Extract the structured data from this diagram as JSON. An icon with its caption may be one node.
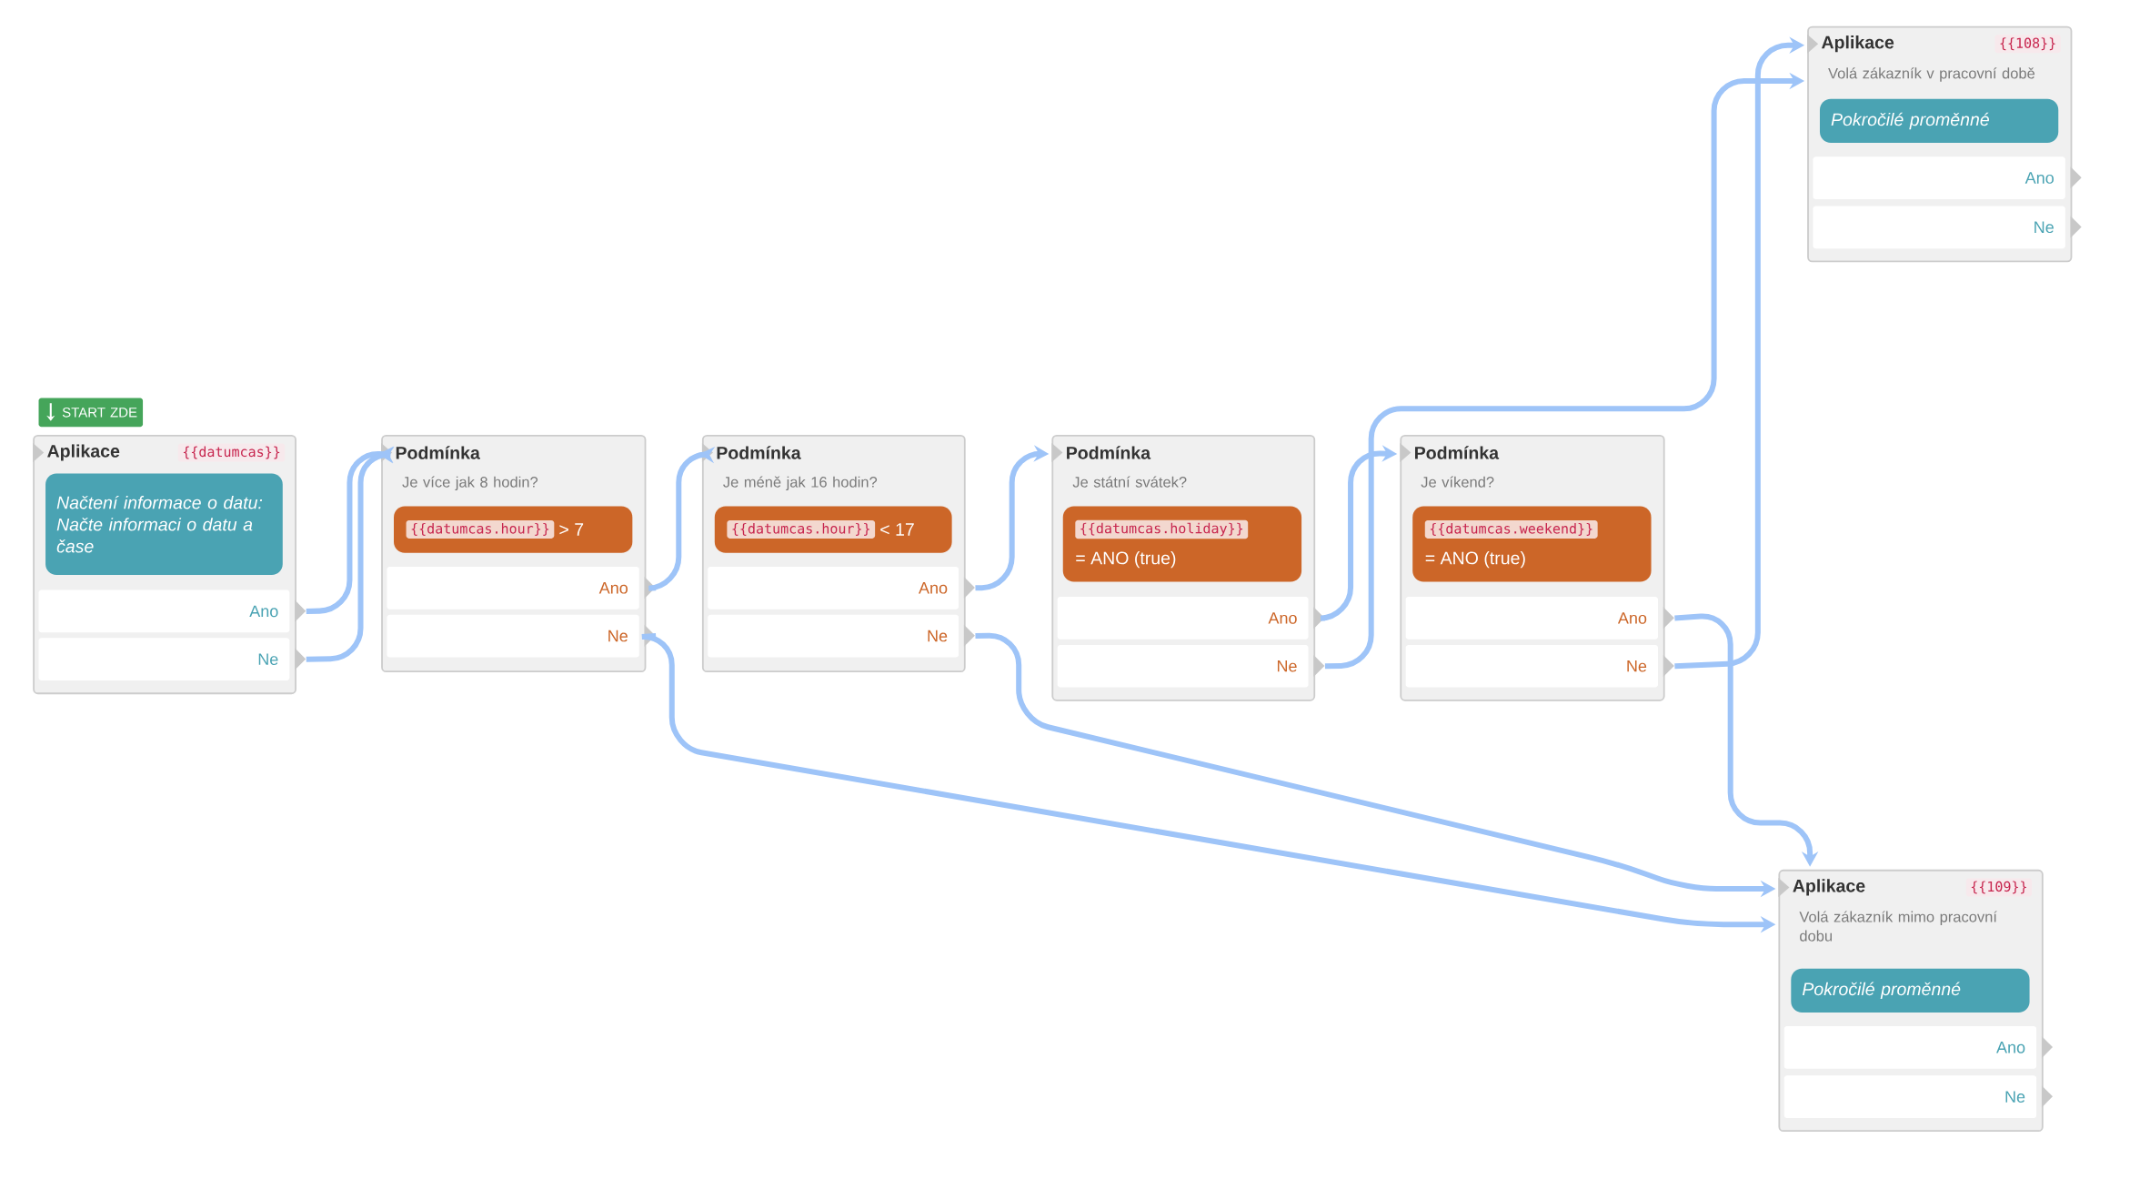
{
  "diagram": {
    "nodes": [
      {
        "text": [
          "Aplikace",
          "{{datumcas}}"
        ]
      },
      {
        "text": [
          "Načtení informace o datu: Načte informaci o datu a čase"
        ],
        "in": 0
      },
      {
        "text": [
          "Ano"
        ],
        "in": 0
      },
      {
        "text": [
          "Ne"
        ],
        "in": 0
      },
      {
        "text": [
          "Podmínka",
          "Je více jak 8 hodin?"
        ]
      },
      {
        "text": [
          "{{datumcas.hour}}",
          "> 7"
        ],
        "in": 4
      },
      {
        "text": [
          "Ano"
        ],
        "in": 4
      },
      {
        "text": [
          "Ne"
        ],
        "in": 4
      },
      {
        "text": [
          "Podmínka",
          "Je méně jak 16 hodin?"
        ]
      },
      {
        "text": [
          "{{datumcas.hour}}",
          "< 17"
        ],
        "in": 8
      },
      {
        "text": [
          "Ano"
        ],
        "in": 8
      },
      {
        "text": [
          "Ne"
        ],
        "in": 8
      },
      {
        "text": [
          "Podmínka",
          "Je státní svátek?"
        ]
      },
      {
        "text": [
          "{{datumcas.holiday}}",
          "= ANO (true)"
        ],
        "in": 12
      },
      {
        "text": [
          "Ano"
        ],
        "in": 12
      },
      {
        "text": [
          "Ne"
        ],
        "in": 12
      },
      {
        "text": [
          "Podmínka",
          "Je víkend?"
        ]
      },
      {
        "text": [
          "{{datumcas.weekend}}",
          "= ANO (true)"
        ],
        "in": 16
      },
      {
        "text": [
          "Ano"
        ],
        "in": 16
      },
      {
        "text": [
          "Ne"
        ],
        "in": 16
      },
      {
        "text": [
          "Aplikace",
          "{{108}}",
          "Volá zákazník v pracovní době"
        ]
      },
      {
        "text": [
          "Pokročilé proměnné"
        ],
        "in": 20
      },
      {
        "text": [
          "Ano"
        ],
        "in": 20
      },
      {
        "text": [
          "Ne"
        ],
        "in": 20
      },
      {
        "text": [
          "Aplikace",
          "{{109}}",
          "Volá zákazník mimo pracovní dobu"
        ]
      },
      {
        "text": [
          "Pokročilé proměnné"
        ],
        "in": 24
      },
      {
        "text": [
          "Ano"
        ],
        "in": 24
      },
      {
        "text": [
          "Ne"
        ],
        "in": 24
      }
    ],
    "edges": [
      {
        "from": 2,
        "to": 4,
        "arrow": "to"
      },
      {
        "from": 3,
        "to": 4,
        "arrow": "to"
      },
      {
        "from": 6,
        "to": 8,
        "arrow": "to"
      },
      {
        "from": 7,
        "to": 24,
        "arrow": "to"
      },
      {
        "from": 10,
        "to": 12,
        "arrow": "to"
      },
      {
        "from": 11,
        "to": 24,
        "arrow": "to"
      },
      {
        "from": 14,
        "to": 16,
        "arrow": "to"
      },
      {
        "from": 15,
        "to": 20,
        "arrow": "to"
      },
      {
        "from": 18,
        "to": 24,
        "arrow": "to"
      },
      {
        "from": 19,
        "to": 20,
        "arrow": "to"
      }
    ],
    "labels": [
      "START ZDE"
    ]
  }
}
